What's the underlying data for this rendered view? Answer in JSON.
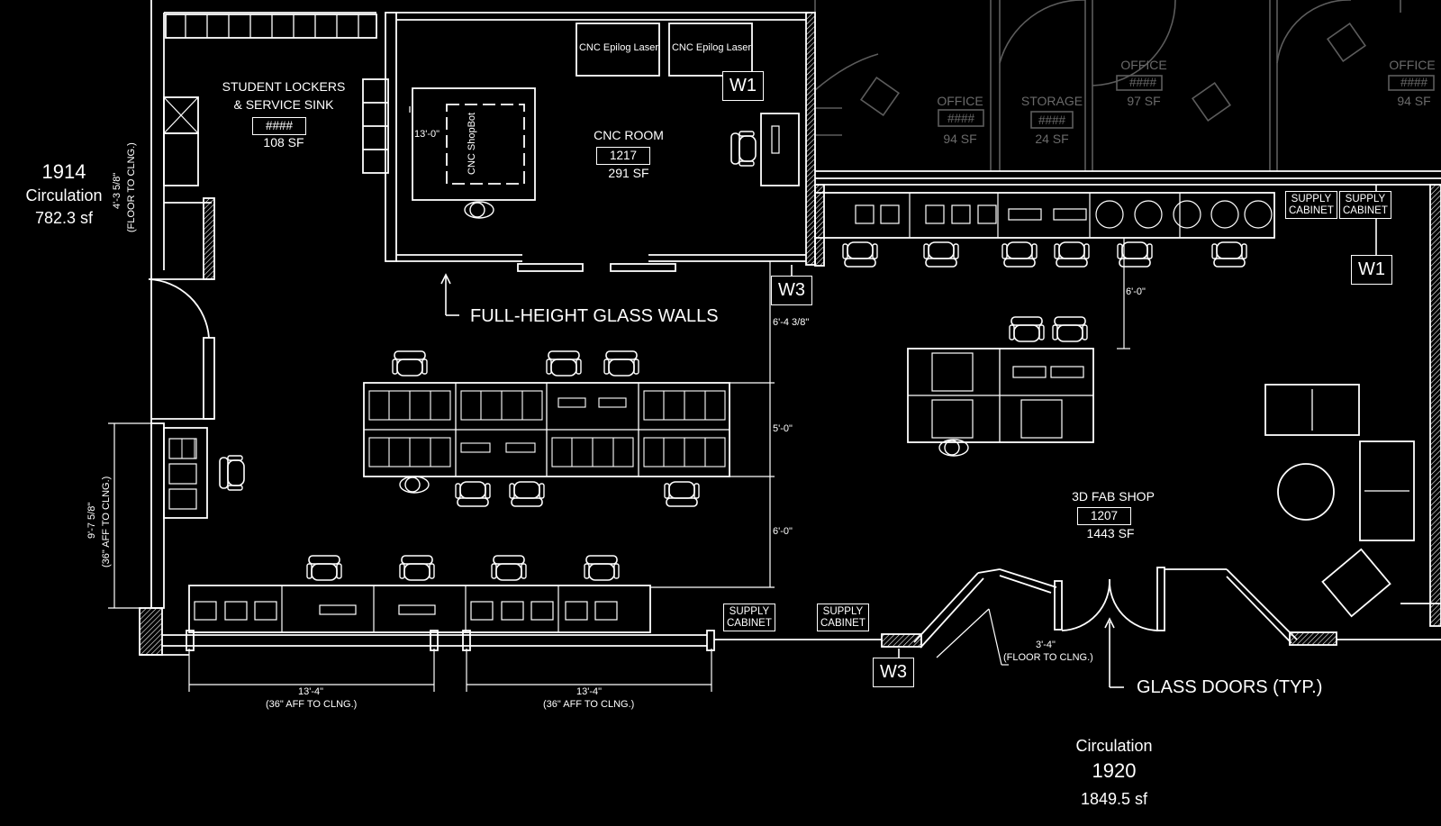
{
  "colors": {
    "background": "#000000",
    "linework": "#ffffff",
    "faint": "#6a6a6a"
  },
  "rooms": {
    "lockers": {
      "name1": "STUDENT LOCKERS",
      "name2": "& SERVICE SINK",
      "number": "####",
      "area": "108 SF"
    },
    "cnc": {
      "name": "CNC ROOM",
      "number": "1217",
      "area": "291 SF"
    },
    "fab": {
      "name": "3D FAB SHOP",
      "number": "1207",
      "area": "1443 SF"
    },
    "circ1914": {
      "number": "1914",
      "name": "Circulation",
      "area": "782.3 sf"
    },
    "circ1920": {
      "name": "Circulation",
      "number": "1920",
      "area": "1849.5 sf"
    },
    "office1": {
      "name": "OFFICE",
      "number": "####",
      "area": "94 SF"
    },
    "storage": {
      "name": "STORAGE",
      "number": "####",
      "area": "24 SF"
    },
    "office2": {
      "name": "OFFICE",
      "number": "####",
      "area": "97 SF"
    },
    "office3": {
      "name": "OFFICE",
      "number": "####",
      "area": "94 SF"
    }
  },
  "equipment": {
    "laser1": "CNC Epilog Laser",
    "laser2": "CNC Epilog Laser",
    "shopbot": "CNC ShopBot",
    "supply": [
      "SUPPLY",
      "CABINET"
    ]
  },
  "window_tags": {
    "w1": "W1",
    "w3": "W3"
  },
  "callouts": {
    "glass_walls": "FULL-HEIGHT GLASS WALLS",
    "glass_doors": "GLASS DOORS (TYP.)"
  },
  "dimensions": {
    "d_13_0": "13'-0\"",
    "d_6_0": "6'-0\"",
    "d_5_0": "5'-0\"",
    "d_6_4": "6'-4 3/8\"",
    "d_4_3": "4'-3 5/8\"",
    "floor_to_clng": "(FLOOR TO CLNG.)",
    "d_9_7": "9'-7 5/8\"",
    "aff_clng": "(36\" AFF TO CLNG.)",
    "d_13_4": "13'-4\"",
    "d_3_4": "3'-4\""
  }
}
